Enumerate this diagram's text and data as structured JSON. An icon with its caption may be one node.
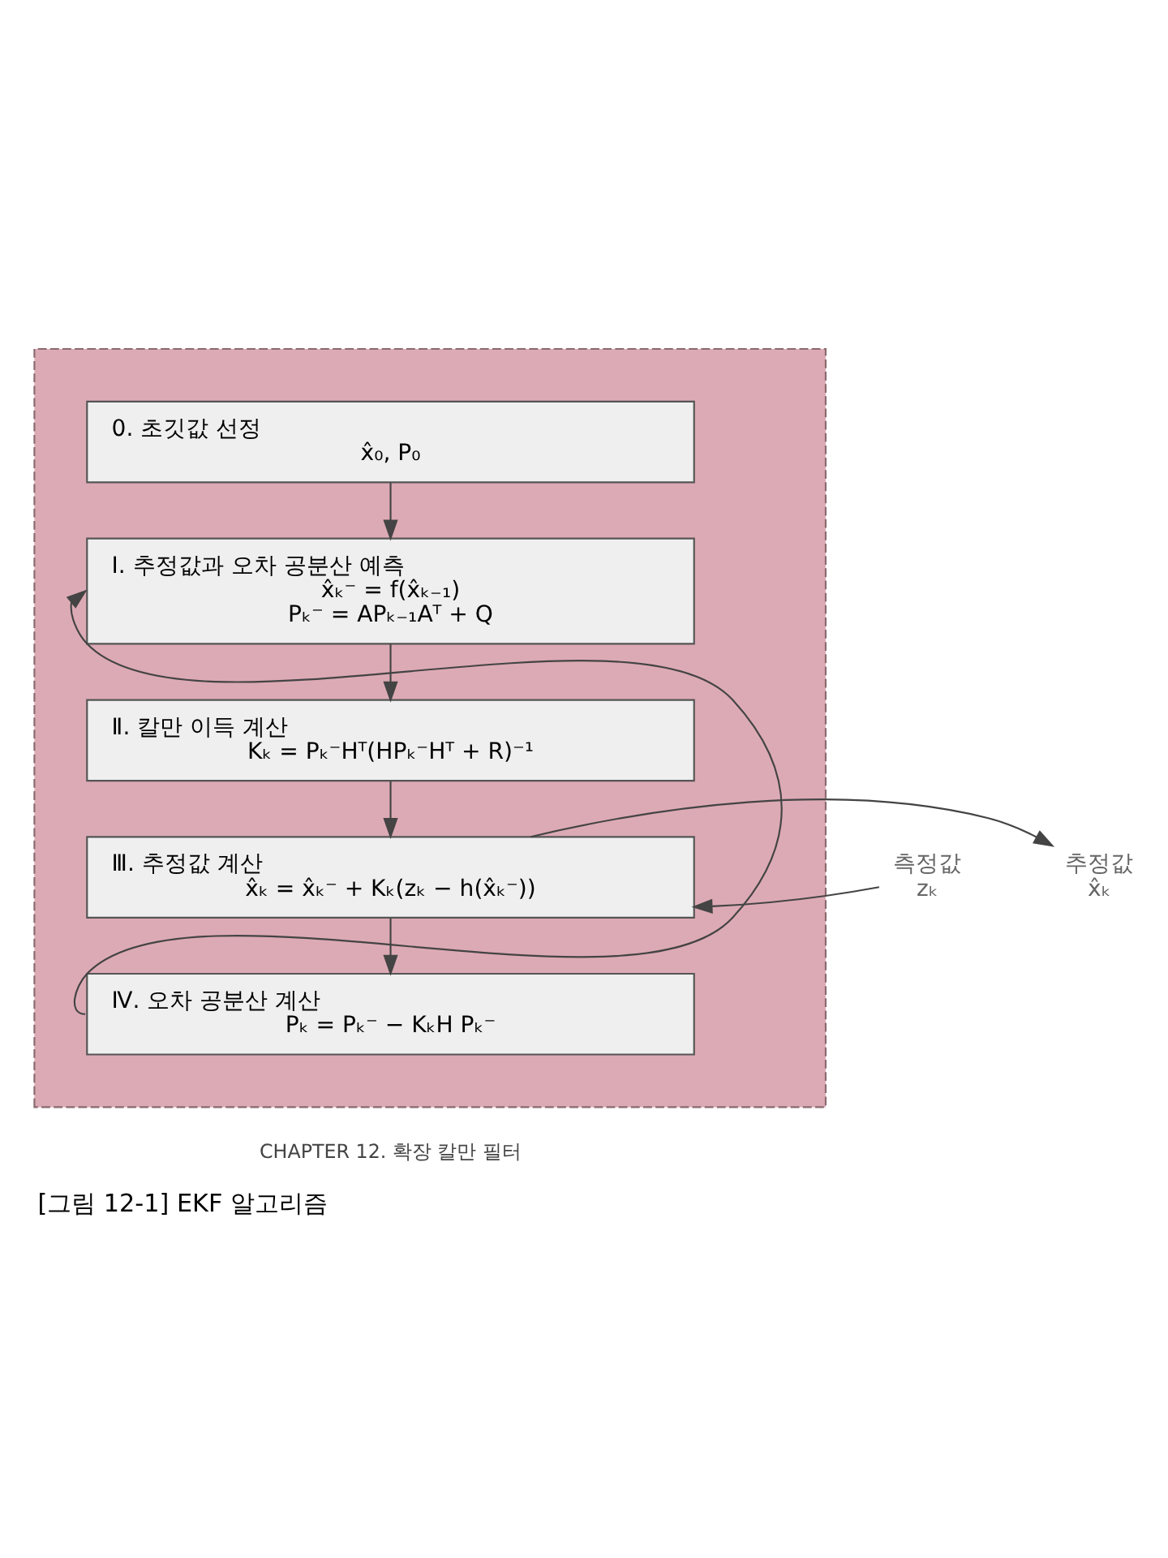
{
  "diagram": {
    "caption": "[그림 12-1] EKF 알고리즘",
    "nodes": [
      {
        "text": [],
        "shape": "box"
      },
      {
        "text": [
          "0. 초깃값 선정",
          "x̂₀, P₀"
        ],
        "in": 0
      },
      {
        "text": [
          "Ⅰ. 추정값과 오차 공분산 예측",
          "x̂ₖ⁻ = f(x̂ₖ₋₁)",
          "Pₖ⁻ = APₖ₋₁Aᵀ + Q"
        ],
        "in": 0
      },
      {
        "text": [
          "Ⅱ. 칼만 이득 계산",
          "Kₖ = Pₖ⁻Hᵀ(HPₖ⁻Hᵀ + R)⁻¹"
        ],
        "in": 0
      },
      {
        "text": [
          "Ⅲ. 추정값 계산",
          "x̂ₖ = x̂ₖ⁻ + Kₖ(zₖ − h(x̂ₖ⁻))"
        ],
        "in": 0
      },
      {
        "text": [
          "Ⅳ. 오차 공분산 계산",
          "Pₖ = Pₖ⁻ − KₖH Pₖ⁻"
        ],
        "in": 0
      },
      {
        "text": [
          "측정값",
          "zₖ"
        ]
      },
      {
        "text": [
          "추정값",
          "x̂ₖ"
        ]
      }
    ],
    "edges": [
      {
        "from": 1,
        "to": 2,
        "arrow": "to"
      },
      {
        "from": 2,
        "to": 3,
        "arrow": "to"
      },
      {
        "from": 3,
        "to": 4,
        "arrow": "to"
      },
      {
        "from": 4,
        "to": 5,
        "arrow": "to"
      },
      {
        "from": 5,
        "to": 2,
        "arrow": "to"
      },
      {
        "from": 6,
        "to": 4,
        "arrow": "to"
      },
      {
        "from": 4,
        "to": 7,
        "arrow": "to"
      }
    ],
    "labels": [
      "CHAPTER 12. 확장 칼만 필터"
    ]
  }
}
